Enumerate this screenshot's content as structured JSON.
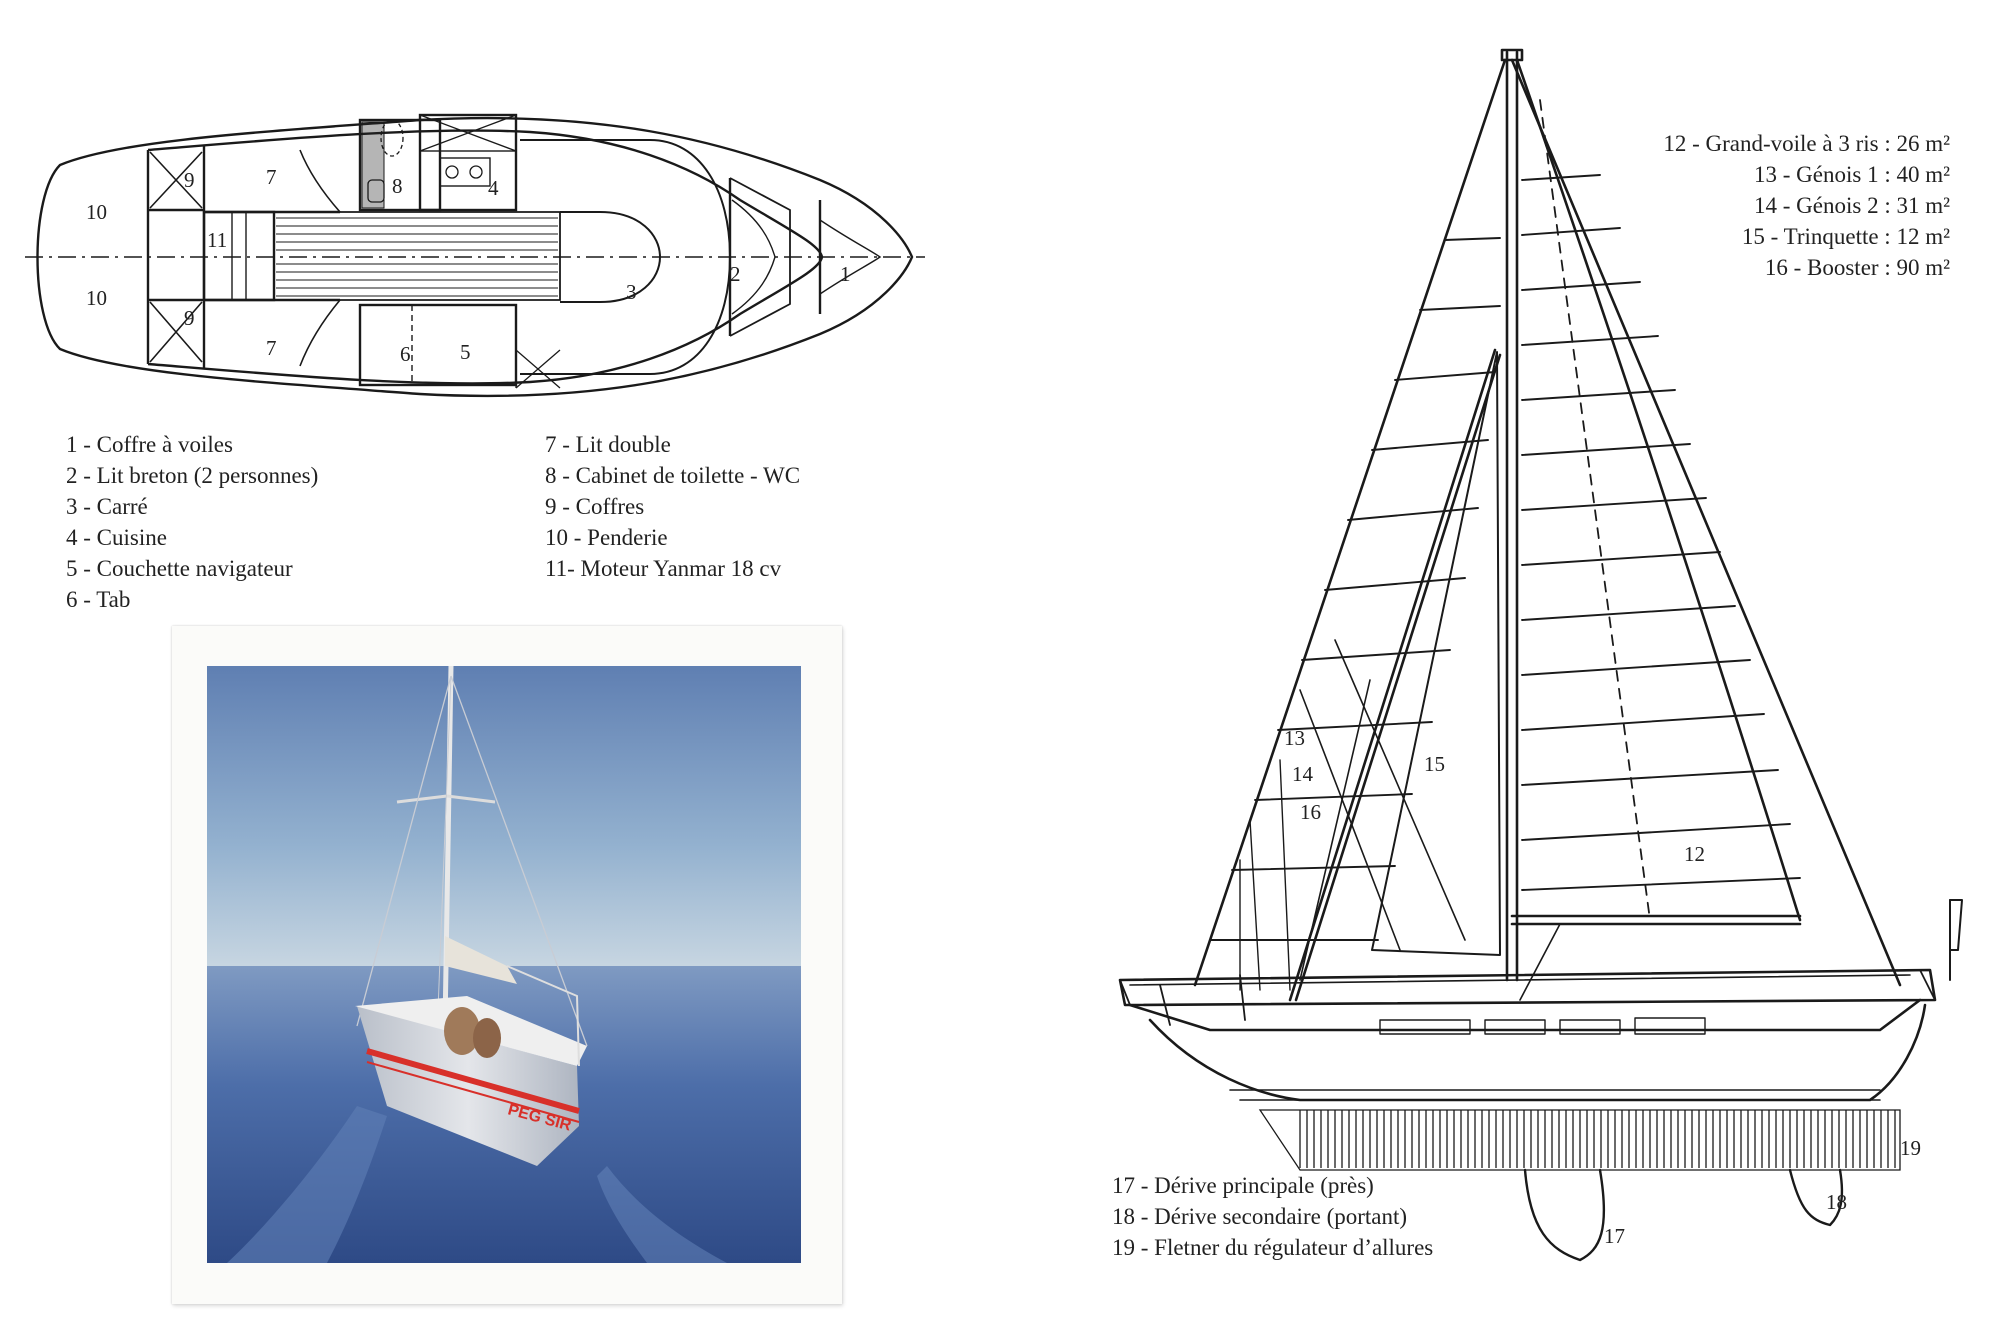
{
  "plan_legend_left": [
    "1 - Coffre à voiles",
    "2 - Lit breton (2 personnes)",
    "3 - Carré",
    "4 - Cuisine",
    "5 - Couchette navigateur",
    "6 - Tab"
  ],
  "plan_legend_right": [
    "7 - Lit double",
    "8 - Cabinet de toilette - WC",
    "9 - Coffres",
    "10 - Penderie",
    "11- Moteur Yanmar 18 cv"
  ],
  "sail_legend": [
    "12 - Grand-voile à 3 ris : 26  m²",
    "13 - Génois 1 :  40 m²",
    "14 - Génois 2 :  31 m²",
    "15 - Trinquette : 12 m²",
    "16 - Booster : 90 m²"
  ],
  "keel_legend": [
    "17 - Dérive principale (près)",
    "18 - Dérive secondaire (portant)",
    "19 - Fletner du régulateur d’allures"
  ],
  "plan_numbers": {
    "n1": "1",
    "n2": "2",
    "n3": "3",
    "n4": "4",
    "n5": "5",
    "n6": "6",
    "n7a": "7",
    "n7b": "7",
    "n8": "8",
    "n9a": "9",
    "n9b": "9",
    "n10a": "10",
    "n10b": "10",
    "n11": "11"
  },
  "elevation_numbers": {
    "n12": "12",
    "n13": "13",
    "n14": "14",
    "n15": "15",
    "n16": "16",
    "n17": "17",
    "n18": "18",
    "n19": "19"
  },
  "photo": {
    "hull_name": "PEG   SIR",
    "stripe_color": "#d8302a",
    "sea_color": "#3c5c9c",
    "sky_color": "#8eaacb"
  }
}
